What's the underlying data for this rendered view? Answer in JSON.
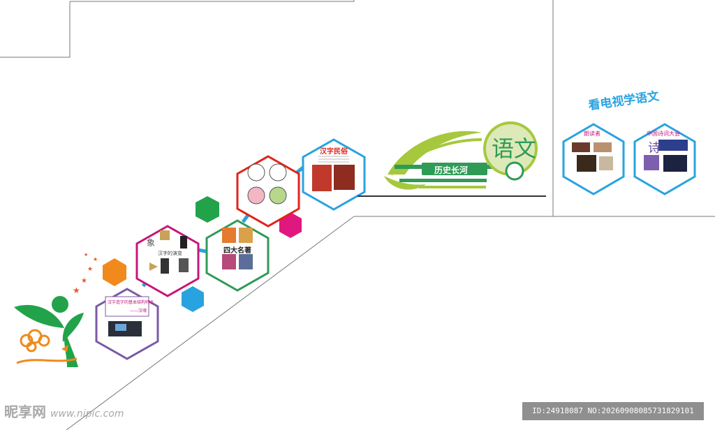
{
  "panels": {
    "folk": {
      "title": "汉字民俗"
    },
    "names": {
      "title": "四大名著"
    },
    "evolution": {
      "title": "汉字的演变"
    },
    "poster": {
      "title": "汉字造字的基本结构特点",
      "subtitle": "——汉魂"
    }
  },
  "banner": {
    "title": "语文",
    "subtitle": "历史长河"
  },
  "tv": {
    "heading": "看电视学语文",
    "reading": {
      "title": "朗读者"
    },
    "poetry": {
      "title": "中国诗词大会",
      "glyph": "诗"
    }
  },
  "footer": {
    "watermark_brand": "昵享网",
    "watermark_url": "www.nipic.com",
    "id_text": "ID:24918087 NO:20260908085731829101"
  },
  "colors": {
    "green": "#3aa53a",
    "lime": "#a6c83c",
    "blue": "#29a3df",
    "red": "#e2231a",
    "orange": "#f08a1c",
    "magenta": "#e0177f",
    "purple": "#7b5aa6"
  }
}
